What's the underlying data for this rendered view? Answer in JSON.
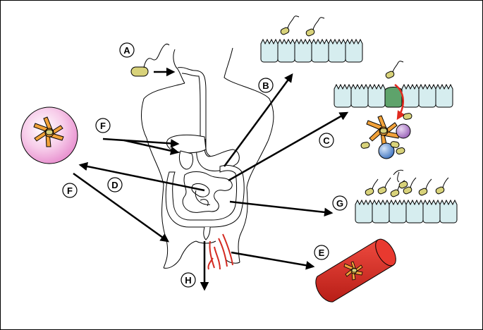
{
  "labels": {
    "a": "A",
    "b": "B",
    "c": "C",
    "d": "D",
    "e": "E",
    "f_top": "F",
    "f_bottom": "F",
    "g": "G",
    "h": "H"
  },
  "colors": {
    "bacterium": "#d8d27a",
    "cell": "#d6edef",
    "dendritic_cell": "#f2a23a",
    "blood_vessel": "#d42b22",
    "lymph_node": "#f3b8e0",
    "m_cell": "#5ea36b",
    "red_arrow": "#e02a1f",
    "lymphocyte_purple": "#a678c0",
    "lymphocyte_blue": "#5a88c8",
    "outline": "#000000"
  }
}
